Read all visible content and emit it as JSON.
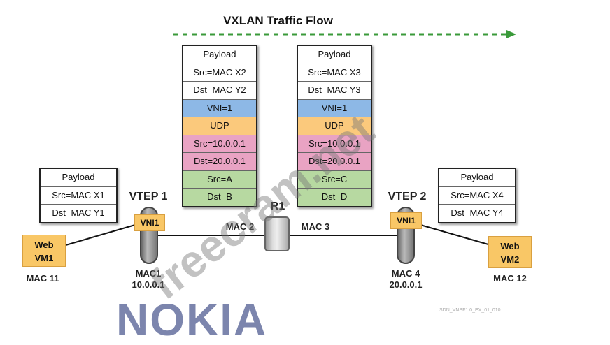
{
  "title": "VXLAN Traffic Flow",
  "colors": {
    "arrow": "#3a9a3a",
    "vni": "#8db8e6",
    "udp": "#fbc97c",
    "ip": "#e9a3c3",
    "mac": "#b7d9a1",
    "vm": "#f9c766",
    "logo": "#7c85ad"
  },
  "packet1": [
    "Payload",
    "Src=MAC X2",
    "Dst=MAC Y2",
    "VNI=1",
    "UDP",
    "Src=10.0.0.1",
    "Dst=20.0.0.1",
    "Src=A",
    "Dst=B"
  ],
  "packet2": [
    "Payload",
    "Src=MAC X3",
    "Dst=MAC Y3",
    "VNI=1",
    "UDP",
    "Src=10.0.0.1",
    "Dst=20.0.0.1",
    "Src=C",
    "Dst=D"
  ],
  "frame1": [
    "Payload",
    "Src=MAC X1",
    "Dst=MAC Y1"
  ],
  "frame2": [
    "Payload",
    "Src=MAC X4",
    "Dst=MAC Y4"
  ],
  "vtep1": {
    "label": "VTEP 1",
    "vni": "VNI1",
    "mac": "MAC1",
    "ip": "10.0.0.1"
  },
  "vtep2": {
    "label": "VTEP 2",
    "vni": "VNI1",
    "mac": "MAC 4",
    "ip": "20.0.0.1"
  },
  "router": {
    "label": "R1",
    "left_mac": "MAC 2",
    "right_mac": "MAC 3"
  },
  "vm1": {
    "line1": "Web",
    "line2": "VM1",
    "mac": "MAC 11"
  },
  "vm2": {
    "line1": "Web",
    "line2": "VM2",
    "mac": "MAC 12"
  },
  "figure_code": "SDN_VNSF1.0_EX_01_010",
  "logo": "NOKIA",
  "watermark": "freecram.net"
}
